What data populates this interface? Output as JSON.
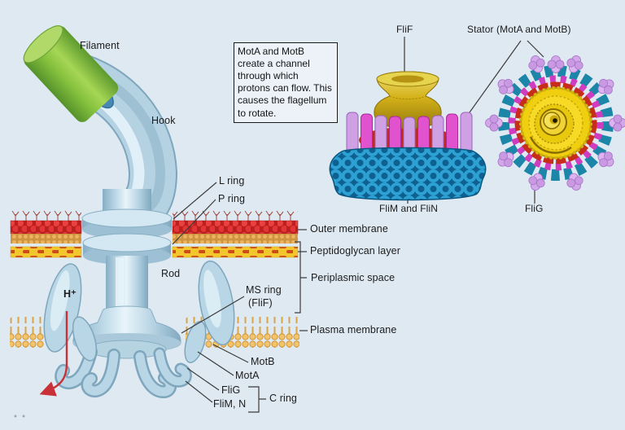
{
  "figure": {
    "note_box": "MotA and MotB create a channel through which protons can flow. This causes the flagellum to rotate.",
    "labels": {
      "filament": "Filament",
      "hook": "Hook",
      "l_ring": "L ring",
      "p_ring": "P ring",
      "outer_membrane": "Outer membrane",
      "peptidoglycan": "Peptidoglycan layer",
      "periplasmic": "Periplasmic space",
      "rod": "Rod",
      "ms_ring_line1": "MS ring",
      "ms_ring_line2": "(FliF)",
      "plasma_membrane": "Plasma membrane",
      "motb": "MotB",
      "mota": "MotA",
      "flig": "FliG",
      "flim_n": "FliM, N",
      "c_ring": "C ring",
      "h_plus": "H⁺"
    },
    "reconstruction_labels": {
      "flif": "FliF",
      "stator": "Stator (MotA and MotB)",
      "flim_flin": "FliM and FliN",
      "flig": "FliG"
    },
    "colors": {
      "background": "#dfe9f2",
      "membrane_red": "#d22222",
      "membrane_orange_dots": "#edb65e",
      "peptidoglycan_yellow": "#f2c62c",
      "plasma_membrane_orange": "#f3c46a",
      "flagellum_blue_gray": "#b5d2e2",
      "filament_green": "#86c23d",
      "stator_magenta": "#e052ce",
      "stator_lavender": "#cfa0e4",
      "c_ring_blue": "#2196cf",
      "flif_gold": "#d4b21a",
      "flig_red": "#c62e1a",
      "proton_arrow_red": "#c93038"
    }
  }
}
